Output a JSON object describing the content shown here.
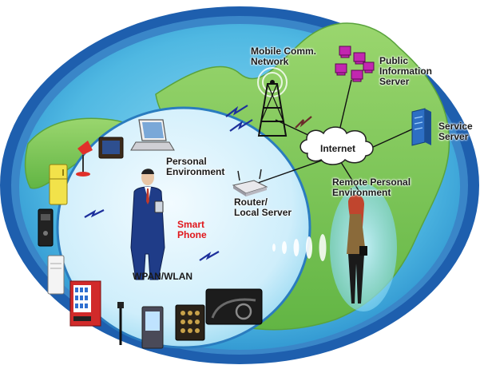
{
  "labels": {
    "mobile_network": "Mobile Comm.\nNetwork",
    "public_info_server": "Public\nInformation\nServer",
    "service_server": "Service\nServer",
    "internet": "Internet",
    "personal_env": "Personal\nEnvironment",
    "router": "Router/\nLocal Server",
    "remote_env": "Remote Personal\nEnvironment",
    "smart_phone": "Smart\nPhone",
    "wpan": "WPAN/WLAN"
  },
  "colors": {
    "outer_ring": "#1e5fae",
    "ocean": "#5cc2e6",
    "land": "#7ec857",
    "bubble": "#d8f2fb",
    "smart_phone_text": "#e0161b"
  }
}
